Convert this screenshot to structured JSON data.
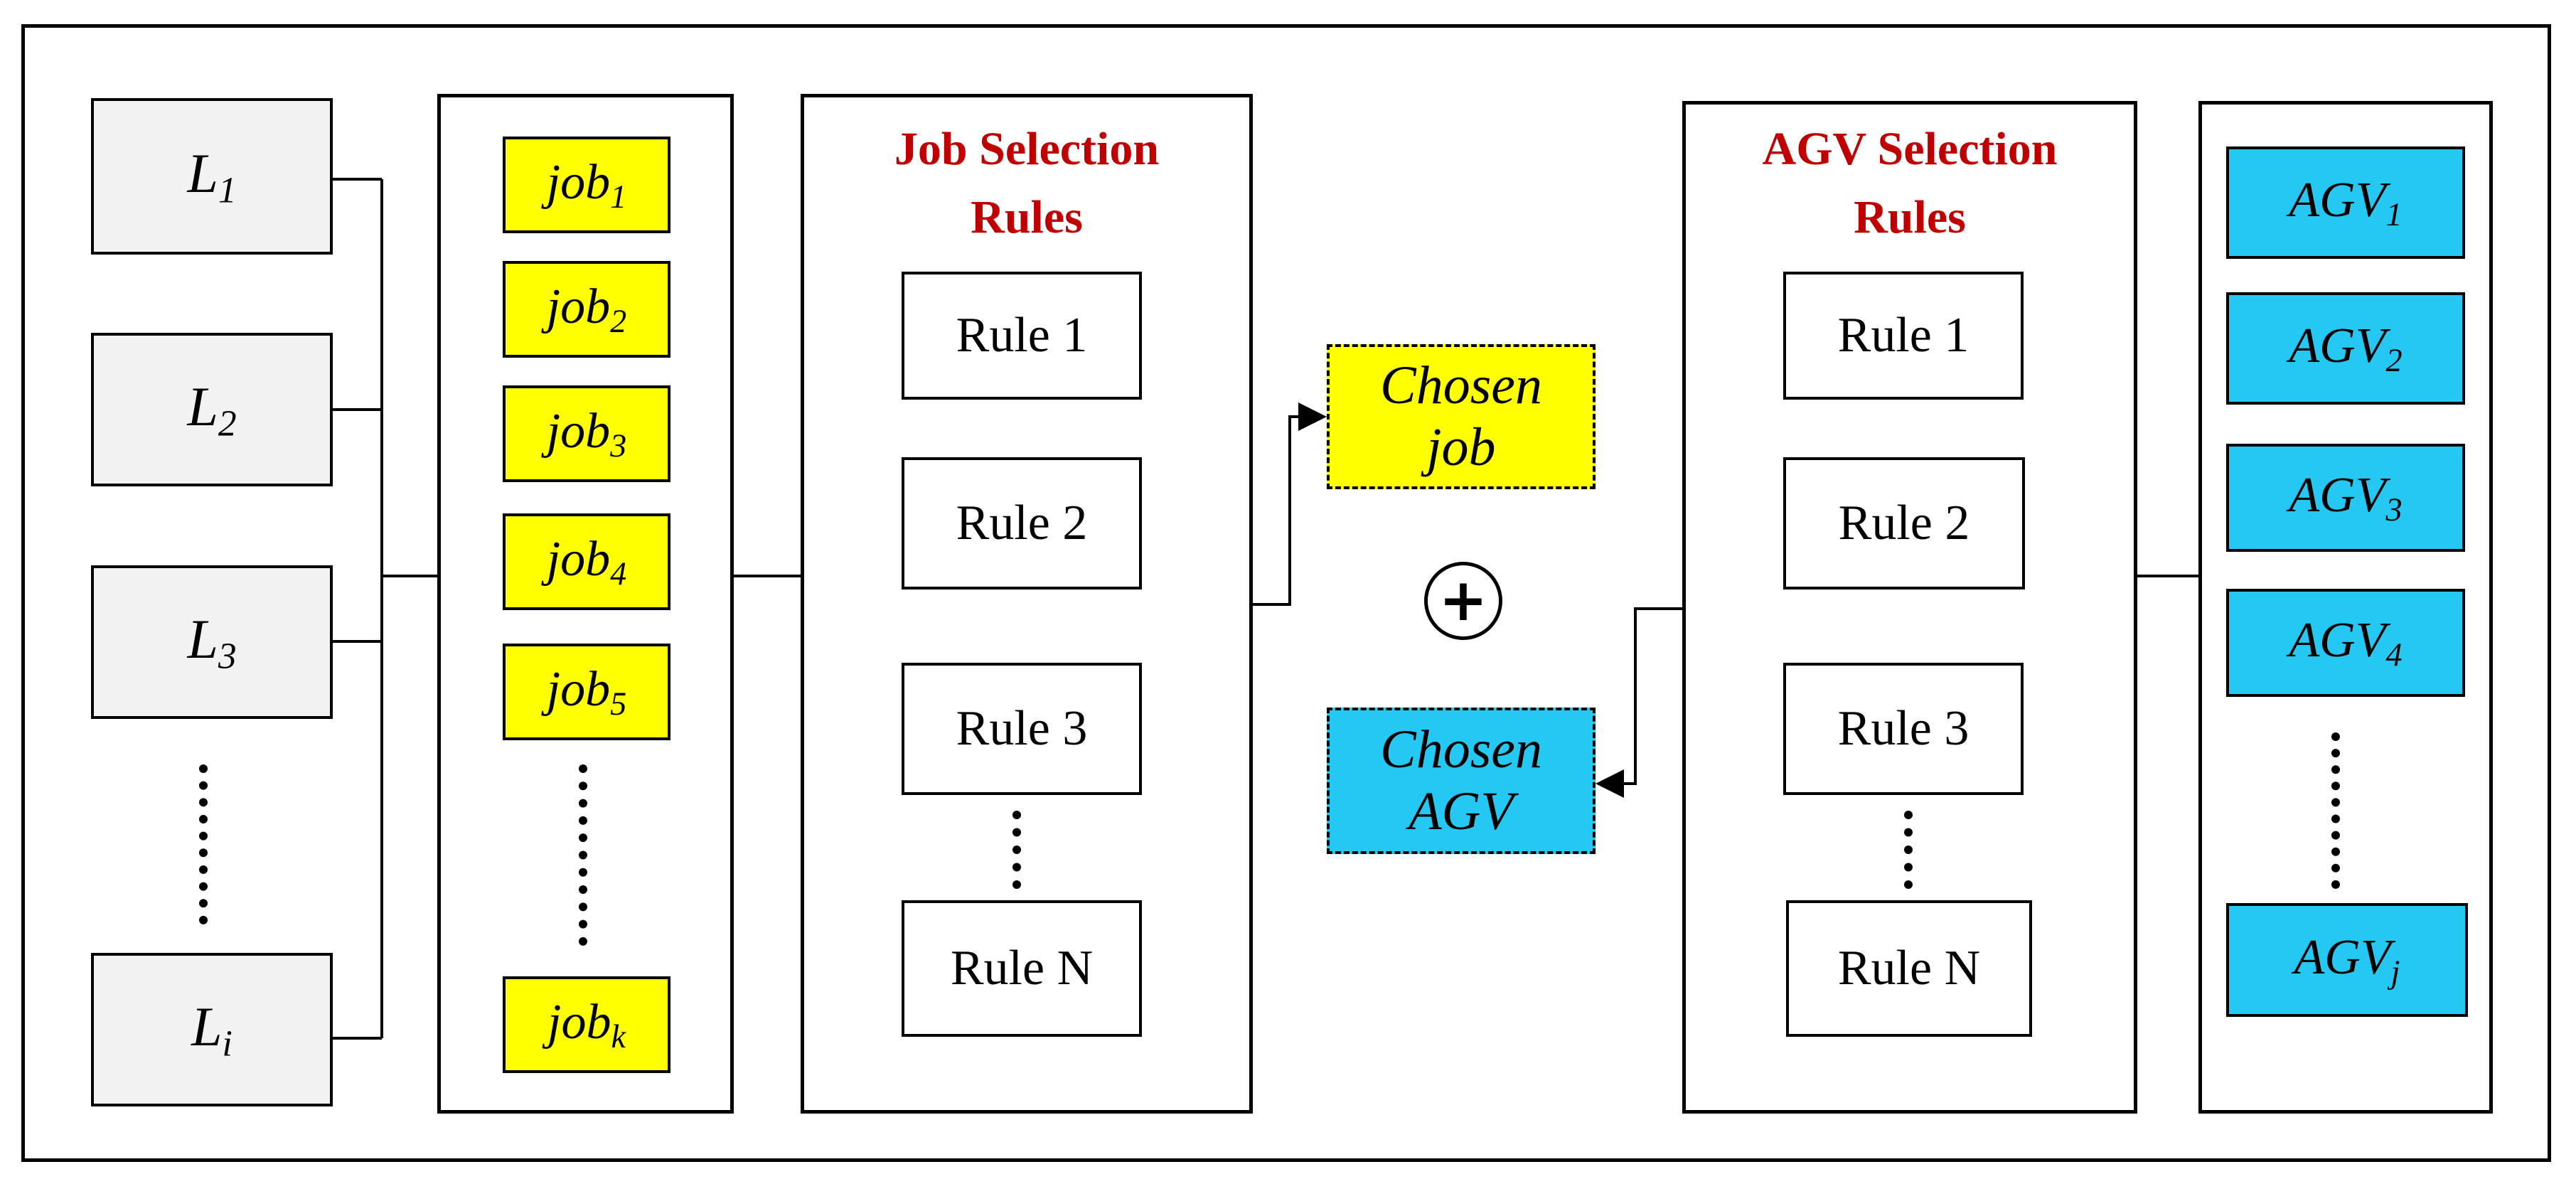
{
  "lines": [
    {
      "base": "L",
      "sub": "1"
    },
    {
      "base": "L",
      "sub": "2"
    },
    {
      "base": "L",
      "sub": "3"
    },
    {
      "base": "L",
      "sub": "i"
    }
  ],
  "jobs": [
    {
      "base": "job",
      "sub": "1"
    },
    {
      "base": "job",
      "sub": "2"
    },
    {
      "base": "job",
      "sub": "3"
    },
    {
      "base": "job",
      "sub": "4"
    },
    {
      "base": "job",
      "sub": "5"
    },
    {
      "base": "job",
      "sub": "k"
    }
  ],
  "job_selection": {
    "title": "Job Selection\nRules",
    "rules": [
      "Rule 1",
      "Rule 2",
      "Rule 3",
      "Rule N"
    ]
  },
  "agv_selection": {
    "title": "AGV Selection\nRules",
    "rules": [
      "Rule 1",
      "Rule 2",
      "Rule 3",
      "Rule N"
    ]
  },
  "chosen_job": "Chosen\njob",
  "chosen_agv": "Chosen\nAGV",
  "combine_symbol": "+",
  "agvs": [
    {
      "base": "AGV",
      "sub": "1"
    },
    {
      "base": "AGV",
      "sub": "2"
    },
    {
      "base": "AGV",
      "sub": "3"
    },
    {
      "base": "AGV",
      "sub": "4"
    },
    {
      "base": "AGV",
      "sub": "j"
    }
  ],
  "colors": {
    "job_fill": "#ffff00",
    "agv_fill": "#25c8f2",
    "line_fill": "#f2f2f2",
    "heading": "#c00000"
  }
}
